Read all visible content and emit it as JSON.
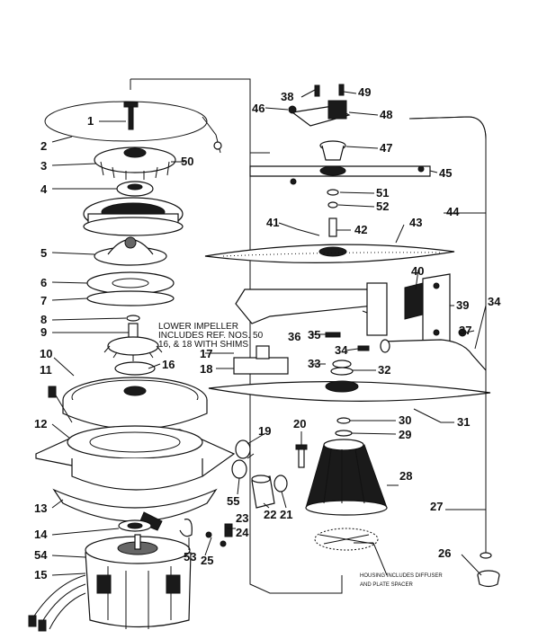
{
  "labels": {
    "1": "1",
    "2": "2",
    "3": "3",
    "4": "4",
    "5": "5",
    "6": "6",
    "7": "7",
    "8": "8",
    "9": "9",
    "10": "10",
    "11": "11",
    "12": "12",
    "13": "13",
    "14": "14",
    "15": "15",
    "16": "16",
    "17": "17",
    "18": "18",
    "19": "19",
    "20": "20",
    "21": "21",
    "22": "22",
    "23": "23",
    "24": "24",
    "25": "25",
    "26": "26",
    "27": "27",
    "28": "28",
    "29": "29",
    "30": "30",
    "31": "31",
    "32": "32",
    "33": "33",
    "34": "34",
    "35": "35",
    "36": "36",
    "37": "37",
    "38": "38",
    "39": "39",
    "40": "40",
    "41": "41",
    "42": "42",
    "43": "43",
    "44": "44",
    "45": "45",
    "46": "46",
    "47": "47",
    "48": "48",
    "49": "49",
    "50": "50",
    "51": "51",
    "52": "52",
    "53": "53",
    "54": "54",
    "55": "55"
  },
  "notes": {
    "impeller_line1": "LOWER IMPELLER",
    "impeller_line2": "INCLUDES REF. NOS. 50",
    "impeller_line3": "16, & 18 WITH SHIMS",
    "housing_line1": "HOUSING INCLUDES DIFFUSER",
    "housing_line2": "AND PLATE SPACER"
  }
}
